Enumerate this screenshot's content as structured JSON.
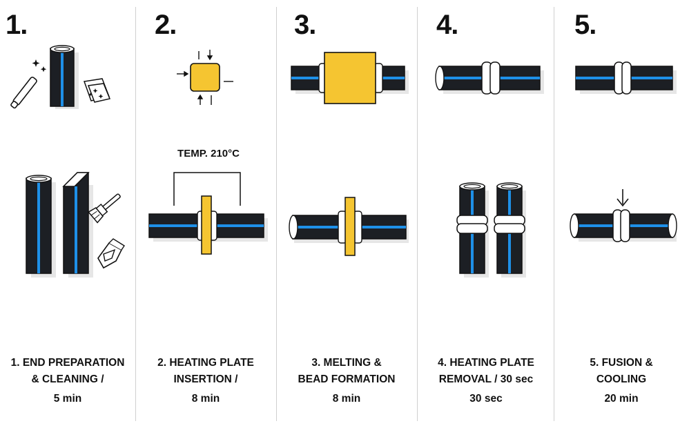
{
  "steps": [
    {
      "number": "1.",
      "caption_line1": "1. END PREPARATION",
      "caption_line2": "& CLEANING /",
      "duration": "5 min"
    },
    {
      "number": "2.",
      "caption_line1": "2. HEATING PLATE",
      "caption_line2": "INSERTION /",
      "duration": "8 min"
    },
    {
      "number": "3.",
      "caption_line1": "3. MELTING &",
      "caption_line2": "BEAD FORMATION",
      "duration": "8 min"
    },
    {
      "number": "4.",
      "caption_line1": "4. HEATING PLATE",
      "caption_line2": "REMOVAL / 30 sec",
      "duration": "30 sec"
    },
    {
      "number": "5.",
      "caption_line1": "5. FUSION &",
      "caption_line2": "COOLING",
      "duration": "20 min"
    }
  ],
  "temperature_label": "TEMP. 210°C",
  "colors": {
    "pipe": "#1c1f24",
    "stripe": "#1e90e8",
    "plate": "#f5c531",
    "outline": "#111111",
    "shadow": "#e6e6e6"
  },
  "icons": [
    "sparkle-icon",
    "marker-icon",
    "cleaning-pad-icon",
    "brush-icon",
    "scraper-icon",
    "arrow-down-icon"
  ]
}
